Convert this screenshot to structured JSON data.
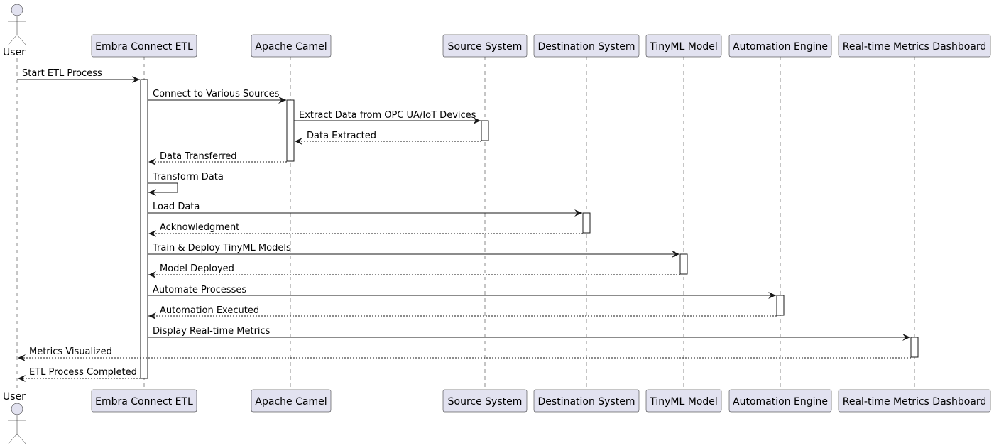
{
  "diagram": {
    "actor": {
      "label": "User"
    },
    "participants": [
      {
        "id": "etl",
        "label": "Embra Connect ETL"
      },
      {
        "id": "camel",
        "label": "Apache Camel"
      },
      {
        "id": "source",
        "label": "Source System"
      },
      {
        "id": "dest",
        "label": "Destination System"
      },
      {
        "id": "tinyml",
        "label": "TinyML Model"
      },
      {
        "id": "auto",
        "label": "Automation Engine"
      },
      {
        "id": "dash",
        "label": "Real-time Metrics Dashboard"
      }
    ],
    "messages": [
      {
        "from": "user",
        "to": "etl",
        "label": "Start ETL Process",
        "reply": false
      },
      {
        "from": "etl",
        "to": "camel",
        "label": "Connect to Various Sources",
        "reply": false
      },
      {
        "from": "camel",
        "to": "source",
        "label": "Extract Data from OPC UA/IoT Devices",
        "reply": false
      },
      {
        "from": "source",
        "to": "camel",
        "label": "Data Extracted",
        "reply": true
      },
      {
        "from": "camel",
        "to": "etl",
        "label": "Data Transferred",
        "reply": true
      },
      {
        "from": "etl",
        "to": "etl",
        "label": "Transform Data",
        "reply": false,
        "self": true
      },
      {
        "from": "etl",
        "to": "dest",
        "label": "Load Data",
        "reply": false
      },
      {
        "from": "dest",
        "to": "etl",
        "label": "Acknowledgment",
        "reply": true
      },
      {
        "from": "etl",
        "to": "tinyml",
        "label": "Train & Deploy TinyML Models",
        "reply": false
      },
      {
        "from": "tinyml",
        "to": "etl",
        "label": "Model Deployed",
        "reply": true
      },
      {
        "from": "etl",
        "to": "auto",
        "label": "Automate Processes",
        "reply": false
      },
      {
        "from": "auto",
        "to": "etl",
        "label": "Automation Executed",
        "reply": true
      },
      {
        "from": "etl",
        "to": "dash",
        "label": "Display Real-time Metrics",
        "reply": false
      },
      {
        "from": "dash",
        "to": "user",
        "label": "Metrics Visualized",
        "reply": true
      },
      {
        "from": "etl",
        "to": "user",
        "label": "ETL Process Completed",
        "reply": true
      }
    ]
  }
}
